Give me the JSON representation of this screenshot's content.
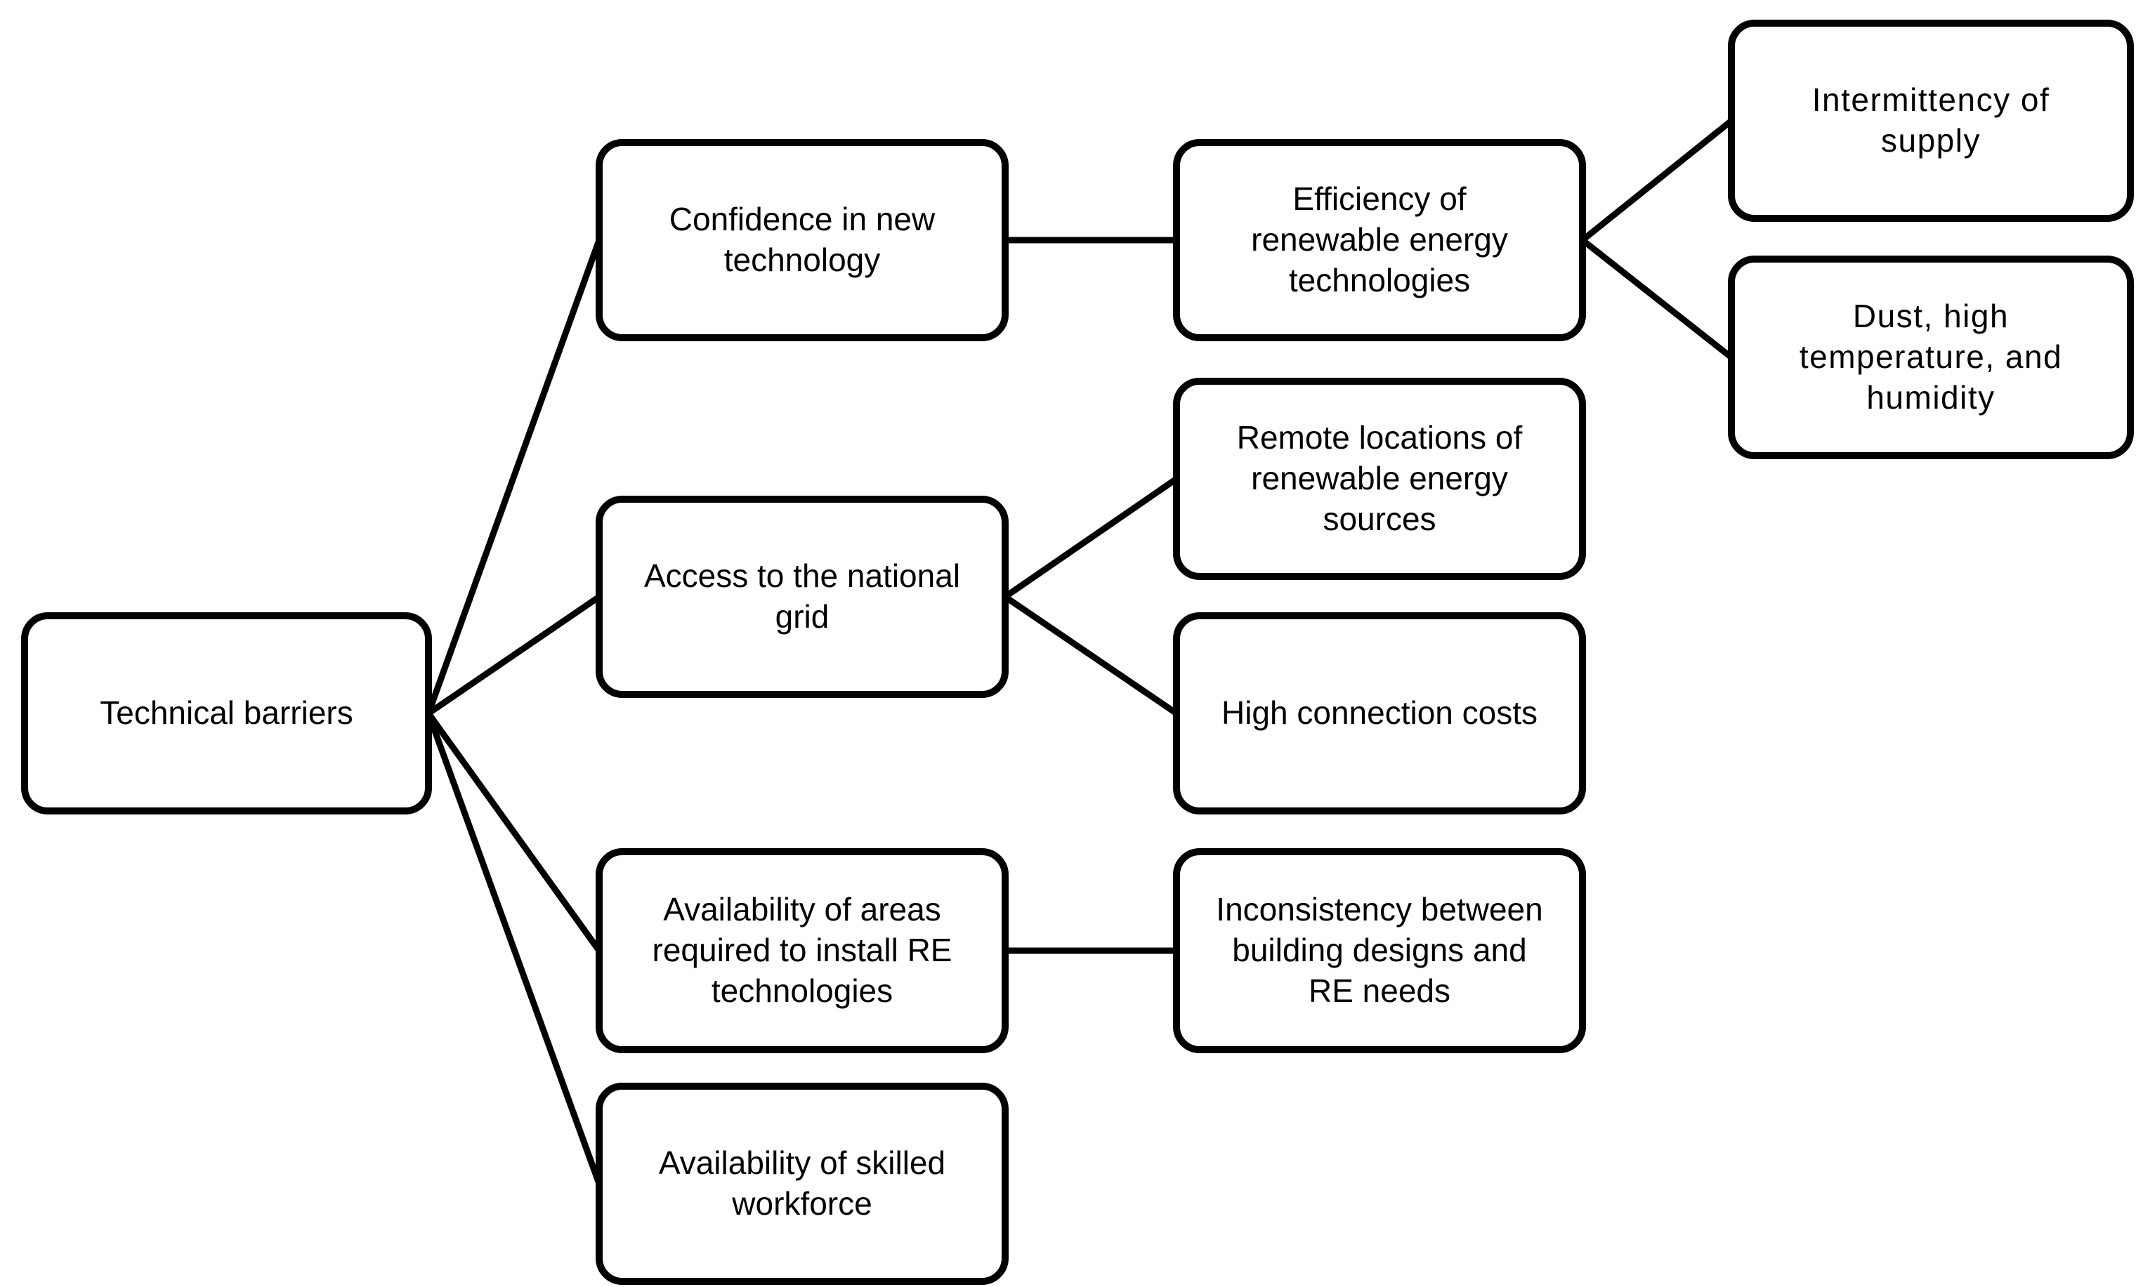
{
  "diagram": {
    "nodes": [
      {
        "id": "technical-barriers",
        "label": "Technical barriers"
      },
      {
        "id": "confidence",
        "label": "Confidence in new\ntechnology"
      },
      {
        "id": "access-grid",
        "label": "Access to the national\ngrid"
      },
      {
        "id": "availability-areas",
        "label": "Availability of areas\nrequired to install RE\ntechnologies"
      },
      {
        "id": "skilled-workforce",
        "label": "Availability of skilled\nworkforce"
      },
      {
        "id": "efficiency",
        "label": "Efficiency of\nrenewable energy\ntechnologies"
      },
      {
        "id": "remote-locations",
        "label": "Remote locations of\nrenewable energy\nsources"
      },
      {
        "id": "connection-costs",
        "label": "High connection costs"
      },
      {
        "id": "inconsistency",
        "label": "Inconsistency between\nbuilding designs and\nRE needs"
      },
      {
        "id": "intermittency",
        "label": "Intermittency of\nsupply"
      },
      {
        "id": "dust-humidity",
        "label": "Dust, high\ntemperature, and\nhumidity"
      }
    ],
    "edges": [
      {
        "from": "technical-barriers",
        "to": "confidence"
      },
      {
        "from": "technical-barriers",
        "to": "access-grid"
      },
      {
        "from": "technical-barriers",
        "to": "availability-areas"
      },
      {
        "from": "technical-barriers",
        "to": "skilled-workforce"
      },
      {
        "from": "confidence",
        "to": "efficiency"
      },
      {
        "from": "access-grid",
        "to": "remote-locations"
      },
      {
        "from": "access-grid",
        "to": "connection-costs"
      },
      {
        "from": "availability-areas",
        "to": "inconsistency"
      },
      {
        "from": "efficiency",
        "to": "intermittency"
      },
      {
        "from": "efficiency",
        "to": "dust-humidity"
      }
    ],
    "colors": {
      "background": "#ffffff",
      "box_fill": "#ffffff",
      "box_border": "#000000",
      "connector": "#000000",
      "text": "#000000"
    }
  }
}
